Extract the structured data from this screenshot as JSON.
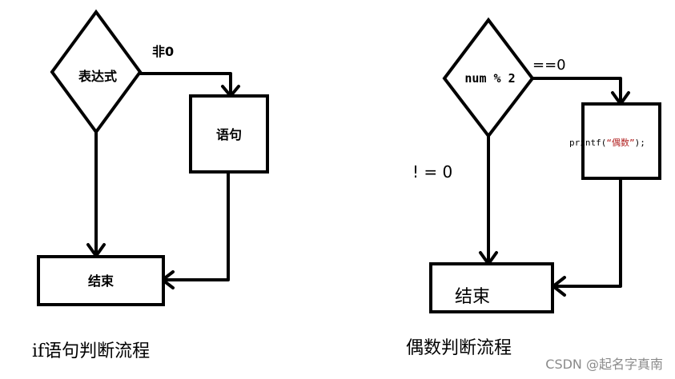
{
  "left_flow": {
    "decision": "表达式",
    "edge_true": "非0",
    "statement": "语句",
    "end": "结束",
    "caption": "if语句判断流程"
  },
  "right_flow": {
    "decision": "num % 2",
    "edge_true": "==0",
    "statement_prefix": "printf(",
    "statement_string": "“偶数”",
    "statement_suffix": ");",
    "edge_false": "! = 0",
    "end": "结束",
    "caption": "偶数判断流程"
  },
  "watermark": "CSDN @起名字真南",
  "colors": {
    "line": "#000000",
    "string_literal": "#b22222",
    "watermark": "#8a8a8a"
  }
}
